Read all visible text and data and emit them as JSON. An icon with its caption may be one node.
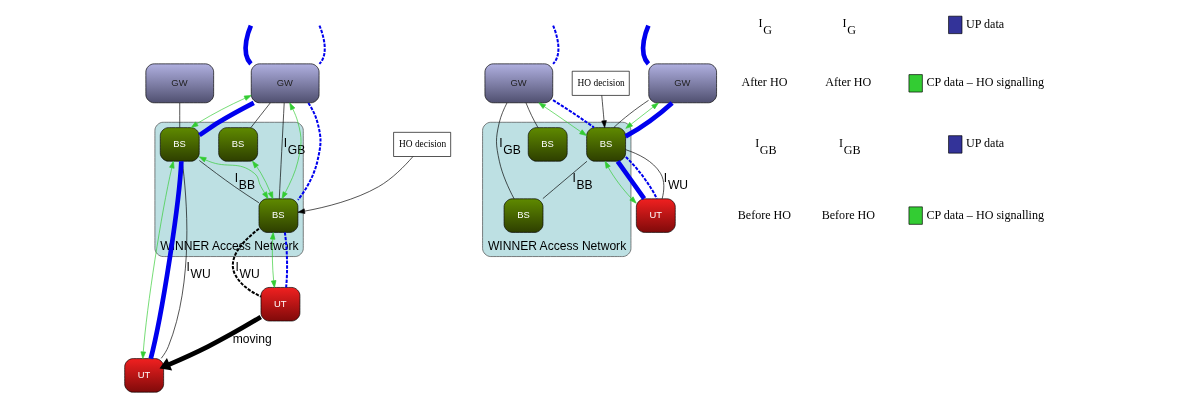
{
  "diagram": {
    "nodes": [
      {
        "text": [
          "GW"
        ]
      },
      {
        "text": [
          "GW"
        ]
      },
      {
        "text": [
          "WINNER Access Network"
        ]
      },
      {
        "text": [
          "BS"
        ],
        "in": 2
      },
      {
        "text": [
          "BS"
        ],
        "in": 2
      },
      {
        "text": [
          "BS"
        ],
        "in": 2
      },
      {
        "text": [
          "UT"
        ]
      },
      {
        "text": [
          "UT"
        ]
      },
      {
        "text": [
          "HO decision"
        ]
      },
      {
        "text": [
          "GW"
        ]
      },
      {
        "text": [
          "GW"
        ]
      },
      {
        "text": [
          "WINNER Access Network"
        ]
      },
      {
        "text": [
          "BS"
        ],
        "in": 11
      },
      {
        "text": [
          "BS"
        ],
        "in": 11
      },
      {
        "text": [
          "BS"
        ],
        "in": 11
      },
      {
        "text": [
          "UT"
        ]
      },
      {
        "text": [
          "HO decision"
        ]
      }
    ],
    "edges": [
      {
        "from": 0,
        "to": 3,
        "arrow": "none"
      },
      {
        "from": 1,
        "to": 4,
        "arrow": "none"
      },
      {
        "from": 1,
        "to": 5,
        "arrow": "none",
        "label": "I$_{GB}$"
      },
      {
        "from": 3,
        "to": 5,
        "arrow": "none",
        "label": "I$_{BB}$"
      },
      {
        "from": 3,
        "to": 6,
        "arrow": "none",
        "label": "I$_{WU}$"
      },
      {
        "from": 5,
        "to": 7,
        "arrow": "none",
        "label": "I$_{WU}$",
        "style": "dashed"
      },
      {
        "from": 1,
        "to": 3,
        "arrow": "both",
        "color": "#33cc33"
      },
      {
        "from": 1,
        "to": 5,
        "arrow": "both",
        "color": "#33cc33"
      },
      {
        "from": 4,
        "to": 5,
        "arrow": "both",
        "color": "#33cc33"
      },
      {
        "from": 3,
        "to": 5,
        "arrow": "both",
        "color": "#33cc33"
      },
      {
        "from": 3,
        "to": 6,
        "arrow": "both",
        "color": "#33cc33"
      },
      {
        "from": 5,
        "to": 7,
        "arrow": "both",
        "color": "#33cc33"
      },
      {
        "from": null,
        "to": 1,
        "arrow": "none",
        "style": "thick",
        "color": "#0000ee"
      },
      {
        "from": 1,
        "to": 3,
        "arrow": "none",
        "style": "thick",
        "color": "#0000ee"
      },
      {
        "from": 3,
        "to": 6,
        "arrow": "none",
        "style": "thick",
        "color": "#0000ee"
      },
      {
        "from": null,
        "to": 1,
        "arrow": "none",
        "style": "dashed",
        "color": "#0000ee"
      },
      {
        "from": 1,
        "to": 5,
        "arrow": "none",
        "style": "dashed",
        "color": "#0000ee"
      },
      {
        "from": 5,
        "to": 7,
        "arrow": "none",
        "style": "dashed",
        "color": "#0000ee"
      },
      {
        "from": 7,
        "to": 6,
        "arrow": "to",
        "label": "moving",
        "style": "thick"
      },
      {
        "from": 8,
        "to": 5,
        "arrow": "to"
      },
      {
        "from": 9,
        "to": 12,
        "arrow": "none"
      },
      {
        "from": 10,
        "to": 13,
        "arrow": "none"
      },
      {
        "from": 10,
        "to": 14,
        "arrow": "none",
        "label": "I$_{GB}$"
      },
      {
        "from": 12,
        "to": 14,
        "arrow": "none",
        "label": "I$_{BB}$"
      },
      {
        "from": 12,
        "to": 15,
        "arrow": "none",
        "label": "I$_{WU}$"
      },
      {
        "from": 9,
        "to": 12,
        "arrow": "both",
        "color": "#33cc33"
      },
      {
        "from": 10,
        "to": 12,
        "arrow": "both",
        "color": "#33cc33"
      },
      {
        "from": 12,
        "to": 15,
        "arrow": "both",
        "color": "#33cc33"
      },
      {
        "from": null,
        "to": 9,
        "arrow": "none",
        "style": "thick",
        "color": "#0000ee"
      },
      {
        "from": 9,
        "to": 12,
        "arrow": "none",
        "style": "thick",
        "color": "#0000ee"
      },
      {
        "from": 12,
        "to": 15,
        "arrow": "none",
        "style": "thick",
        "color": "#0000ee"
      },
      {
        "from": null,
        "to": 10,
        "arrow": "none",
        "style": "dashed",
        "color": "#0000ee"
      },
      {
        "from": 10,
        "to": 12,
        "arrow": "none",
        "style": "dashed",
        "color": "#0000ee"
      },
      {
        "from": 12,
        "to": 15,
        "arrow": "none",
        "style": "dashed",
        "color": "#0000ee"
      },
      {
        "from": 16,
        "to": 12,
        "arrow": "to"
      }
    ],
    "labels": [
      "I$_{G}$",
      "After HO",
      "I$_{GB}$",
      "Before HO",
      "I$_{G}$",
      "After HO",
      "I$_{GB}$",
      "Before HO"
    ],
    "legend": [
      {
        "text": "UP data",
        "color": "#333399"
      },
      {
        "text": "CP data – HO signalling",
        "color": "#33cc33"
      },
      {
        "text": "UP data",
        "color": "#333399"
      },
      {
        "text": "CP data – HO signalling",
        "color": "#33cc33"
      }
    ]
  }
}
